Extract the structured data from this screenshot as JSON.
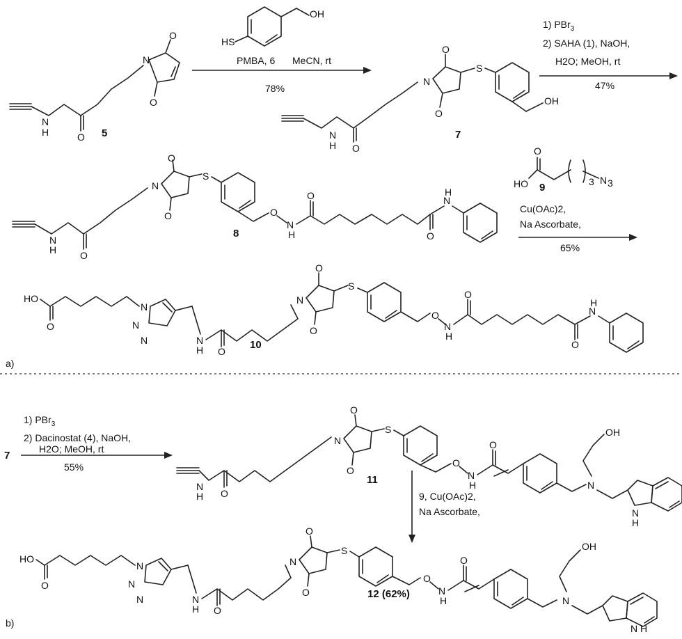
{
  "scheme_a": {
    "panel_label": "a)",
    "compounds": {
      "c5": "5",
      "c7": "7",
      "c8": "8",
      "c10": "10",
      "c9": "9"
    },
    "step1": {
      "reagent": "PMBA, 6",
      "solvent": "MeCN, rt",
      "yield": "78%"
    },
    "step2": {
      "line1": "1)  PBr",
      "line1_sub": "3",
      "line2": "2)  SAHA (1), NaOH,",
      "line3": "H2O; MeOH, rt",
      "yield": "47%"
    },
    "step3": {
      "line1": "Cu(OAc)2,",
      "line2": "Na Ascorbate,",
      "yield": "65%"
    }
  },
  "scheme_b": {
    "panel_label": "b)",
    "start_compound": "7",
    "compounds": {
      "c11": "11",
      "c12": "12 (62%)"
    },
    "step1": {
      "line1": "1) PBr",
      "line1_sub": "3",
      "line2": "2) Dacinostat (4), NaOH,",
      "line3": "H2O; MeOH, rt",
      "yield": "55%"
    },
    "step2": {
      "line1": "9, Cu(OAc)2,",
      "line2": "Na Ascorbate,"
    }
  },
  "atoms": {
    "O": "O",
    "N": "N",
    "S": "S",
    "H": "H",
    "OH": "OH",
    "HO": "HO",
    "HS": "HS",
    "NH": "NH",
    "N3": "N3"
  }
}
